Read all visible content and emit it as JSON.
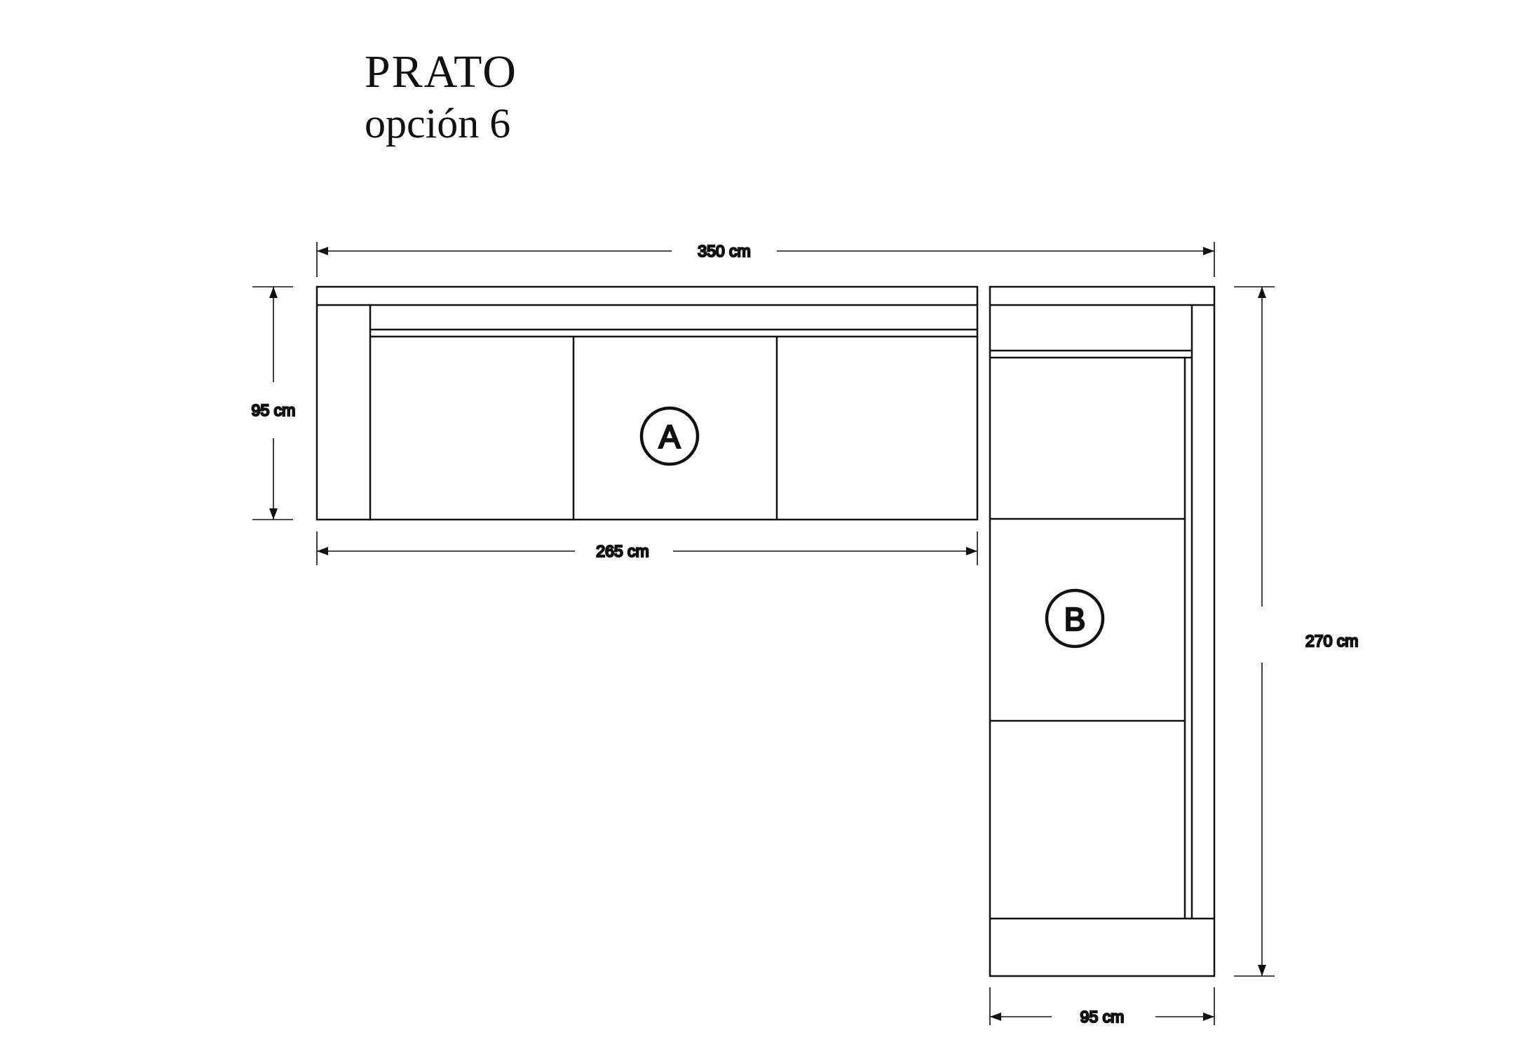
{
  "title": {
    "main": "PRATO",
    "sub": "opción 6"
  },
  "dimensions": {
    "top": "350 cm",
    "left": "95 cm",
    "inner": "265 cm",
    "right": "270 cm",
    "bottom": "95 cm"
  },
  "modules": [
    {
      "id": "A",
      "label": "A"
    },
    {
      "id": "B",
      "label": "B"
    }
  ],
  "chart_data": {
    "type": "diagram",
    "title": "PRATO opción 6",
    "description": "Vista en planta de sofá modular en L con dos módulos rotulados A y B",
    "measurements": [
      {
        "name": "ancho total superior",
        "value": "350 cm"
      },
      {
        "name": "profundidad módulo A",
        "value": "95 cm"
      },
      {
        "name": "largo asiento módulo A",
        "value": "265 cm"
      },
      {
        "name": "largo total lateral",
        "value": "270 cm"
      },
      {
        "name": "ancho módulo B",
        "value": "95 cm"
      }
    ]
  },
  "colors": {
    "line": "#111111",
    "background": "#ffffff"
  }
}
